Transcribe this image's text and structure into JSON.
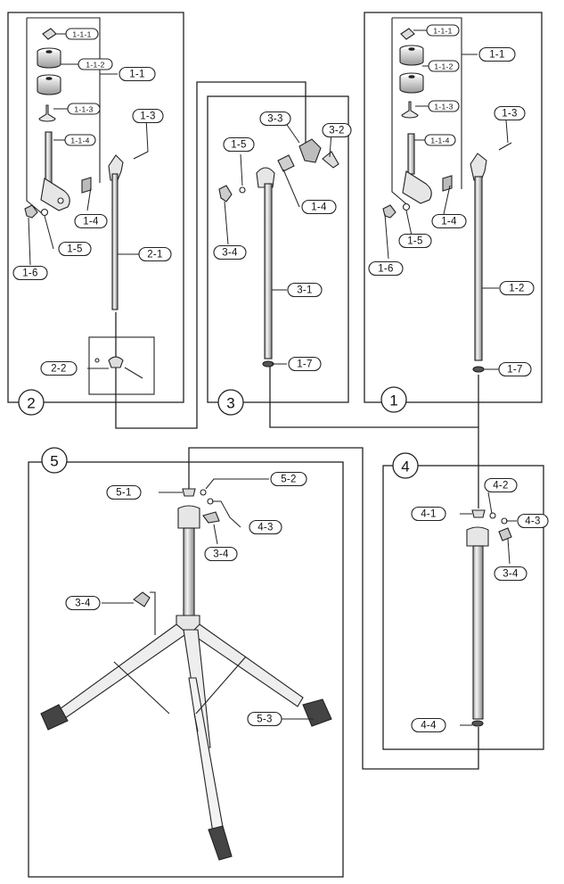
{
  "panels": [
    {
      "id": "panel-2",
      "number": "2"
    },
    {
      "id": "panel-3",
      "number": "3"
    },
    {
      "id": "panel-1",
      "number": "1"
    },
    {
      "id": "panel-5",
      "number": "5"
    },
    {
      "id": "panel-4",
      "number": "4"
    }
  ],
  "labels": {
    "p2_1_1_1": "1-1-1",
    "p2_1_1_2": "1-1-2",
    "p2_1_1": "1-1",
    "p2_1_1_3": "1-1-3",
    "p2_1_3": "1-3",
    "p2_1_1_4": "1-1-4",
    "p2_1_4": "1-4",
    "p2_1_5": "1-5",
    "p2_1_6": "1-6",
    "p2_2_1": "2-1",
    "p2_2_2": "2-2",
    "p3_3_3": "3-3",
    "p3_3_2": "3-2",
    "p3_1_5": "1-5",
    "p3_1_4": "1-4",
    "p3_3_4": "3-4",
    "p3_3_1": "3-1",
    "p3_1_7": "1-7",
    "p1_1_1_1": "1-1-1",
    "p1_1_1": "1-1",
    "p1_1_1_2": "1-1-2",
    "p1_1_1_3": "1-1-3",
    "p1_1_3": "1-3",
    "p1_1_1_4": "1-1-4",
    "p1_1_4": "1-4",
    "p1_1_5": "1-5",
    "p1_1_6": "1-6",
    "p1_1_2": "1-2",
    "p1_1_7": "1-7",
    "p5_5_1": "5-1",
    "p5_5_2": "5-2",
    "p5_4_3": "4-3",
    "p5_3_4a": "3-4",
    "p5_3_4b": "3-4",
    "p5_5_3": "5-3",
    "p4_4_2": "4-2",
    "p4_4_1": "4-1",
    "p4_4_3": "4-3",
    "p4_3_4": "3-4",
    "p4_4_4": "4-4"
  }
}
